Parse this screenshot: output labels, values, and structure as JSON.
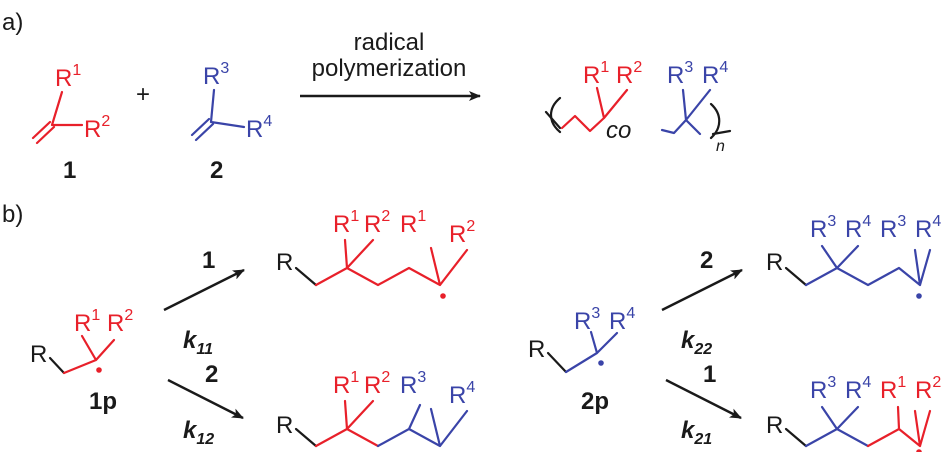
{
  "colors": {
    "black": "#1a1a1a",
    "red": "#e8202a",
    "blue": "#3a44a8",
    "gray": "#444444"
  },
  "panel_a": {
    "label": "a)",
    "monomer1": {
      "r_top": "R",
      "r_top_sup": "1",
      "r_side": "R",
      "r_side_sup": "2",
      "number": "1"
    },
    "plus": "+",
    "monomer2": {
      "r_top": "R",
      "r_top_sup": "3",
      "r_side": "R",
      "r_side_sup": "4",
      "number": "2"
    },
    "arrow_text_line1": "radical",
    "arrow_text_line2": "polymerization",
    "product": {
      "r1": "R",
      "r1_sup": "1",
      "r2": "R",
      "r2_sup": "2",
      "r3": "R",
      "r3_sup": "3",
      "r4": "R",
      "r4_sup": "4",
      "co": "co",
      "n": "n"
    }
  },
  "panel_b": {
    "label": "b)",
    "radical_1p": {
      "r": "R",
      "r1": "R",
      "r1_sup": "1",
      "r2": "R",
      "r2_sup": "2",
      "name": "1p"
    },
    "arrow_11": {
      "monomer": "1",
      "k": "k",
      "k_sub": "11"
    },
    "arrow_12": {
      "monomer": "2",
      "k": "k",
      "k_sub": "12"
    },
    "product_11": {
      "r": "R",
      "labels": [
        "R",
        "1",
        "R",
        "2",
        "R",
        "1",
        "R",
        "2"
      ]
    },
    "product_12": {
      "r": "R",
      "labels": [
        "R",
        "1",
        "R",
        "2",
        "R",
        "3",
        "R",
        "4"
      ]
    },
    "radical_2p": {
      "r": "R",
      "r3": "R",
      "r3_sup": "3",
      "r4": "R",
      "r4_sup": "4",
      "name": "2p"
    },
    "arrow_22": {
      "monomer": "2",
      "k": "k",
      "k_sub": "22"
    },
    "arrow_21": {
      "monomer": "1",
      "k": "k",
      "k_sub": "21"
    },
    "product_22": {
      "r": "R",
      "labels": [
        "R",
        "3",
        "R",
        "4",
        "R",
        "3",
        "R",
        "4"
      ]
    },
    "product_21": {
      "r": "R",
      "labels": [
        "R",
        "3",
        "R",
        "4",
        "R",
        "1",
        "R",
        "2"
      ]
    }
  }
}
